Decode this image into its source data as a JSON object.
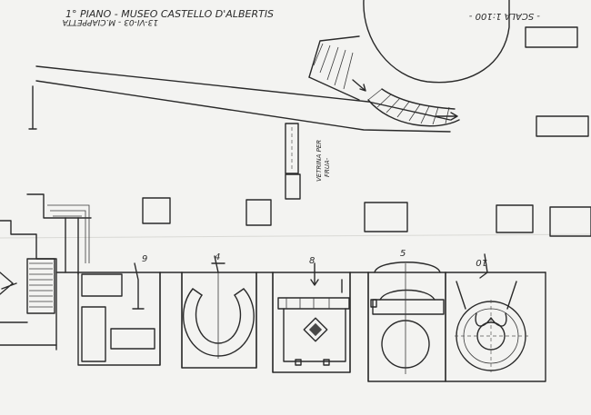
{
  "sheet": {
    "title": "1° PIANO - MUSEO CASTELLO D'ALBERTIS",
    "date_author": "13-VI-03 - M.CIAPPETTA",
    "scale": "- SCALA 1:100 -",
    "vetrina_label_1": "VETRINA PER",
    "vetrina_label_2": "FRUA-",
    "room_numbers": [
      "9",
      "4",
      "8",
      "5",
      "10"
    ]
  }
}
